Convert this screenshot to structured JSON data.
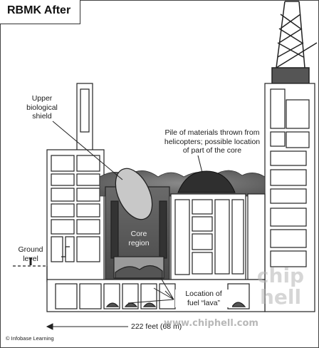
{
  "title": "RBMK After",
  "labels": {
    "upper_shield": [
      "Upper",
      "biological",
      "shield"
    ],
    "pile": [
      "Pile of materials thrown from",
      "helicopters; possible location",
      "of part of the core"
    ],
    "core": [
      "Core",
      "region"
    ],
    "ground": [
      "Ground",
      "level"
    ],
    "fuel": [
      "Location of",
      "fuel “lava”"
    ],
    "dimension": "222 feet (68 m)",
    "credit": "© Infobase Learning"
  },
  "watermark": {
    "url": "www.chiphell.com",
    "logo": "chip hell"
  },
  "colors": {
    "outline": "#2a2a2a",
    "debris": "#3a3a3a",
    "core": "#5a5a5a",
    "shield": "#c8c8c8"
  },
  "icons": [
    "person-icon",
    "arrow-left-icon"
  ]
}
